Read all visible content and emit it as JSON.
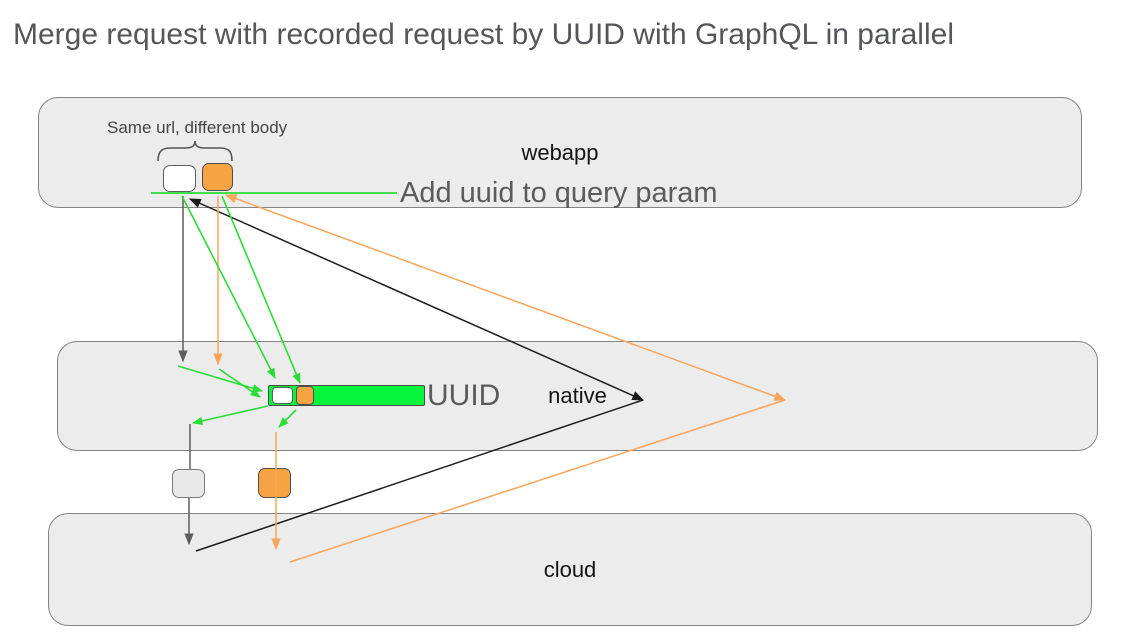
{
  "title": "Merge request with recorded request by UUID with GraphQL in parallel",
  "bands": {
    "webapp": {
      "label": "webapp"
    },
    "native": {
      "label": "native"
    },
    "cloud": {
      "label": "cloud"
    }
  },
  "annotations": {
    "same_url": "Same url, different body",
    "add_uuid": "Add uuid to query param",
    "uuid": "UUID"
  },
  "colors": {
    "band_fill": "#ececec",
    "band_border": "#848484",
    "orange_fill": "#f6a344",
    "orange_line": "#f8a55c",
    "green_line": "#2bdc37",
    "green_fill": "#05f53c",
    "black_line": "#1c1c1c",
    "gray_line": "#5d5d5d",
    "title_text": "#55565a"
  }
}
